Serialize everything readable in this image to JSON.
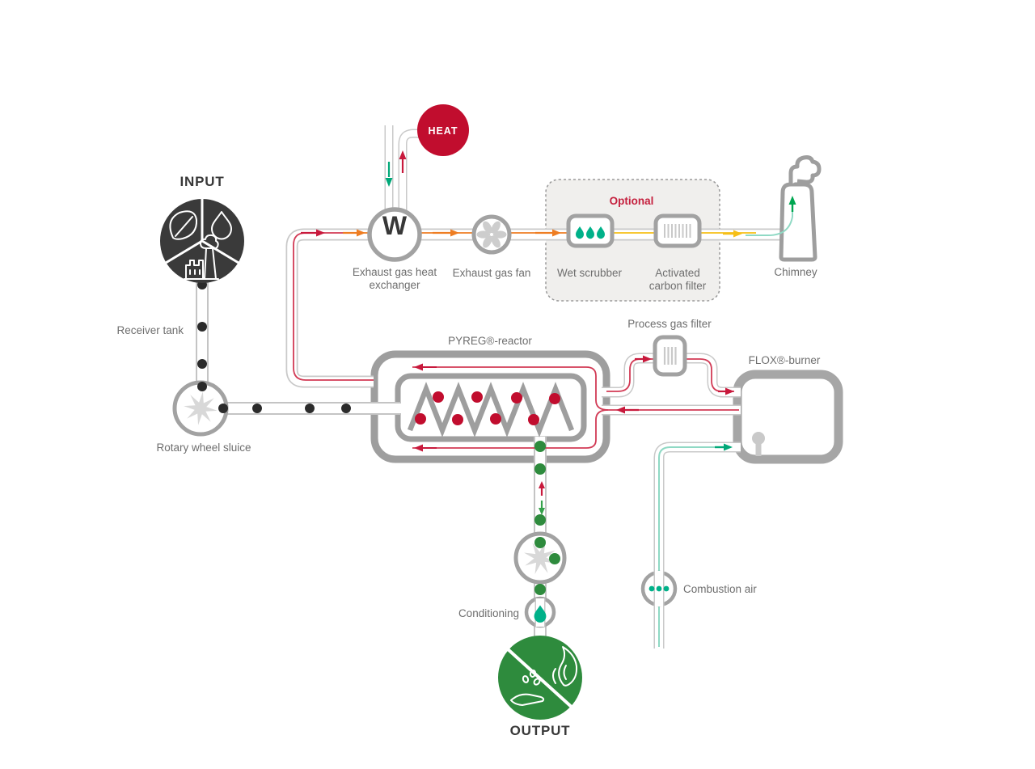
{
  "title": "PYREG process flow diagram",
  "colors": {
    "crimson": "#c10d2e",
    "red_line": "#d23b56",
    "orange": "#ee7d22",
    "yellow": "#f6bf17",
    "teal": "#00b189",
    "teal_line": "#8fd9c4",
    "green_arrow": "#00a651",
    "green": "#2e8b3d",
    "dark": "#383838",
    "pipe_gray": "#c9c9c9",
    "component_gray": "#a2a2a2",
    "text_gray": "#6e6e6e",
    "optional_bg": "#f0efed"
  },
  "nodes": {
    "input": {
      "label": "INPUT"
    },
    "receiver_tank": {
      "label": "Receiver tank"
    },
    "rotary_wheel_sluice": {
      "label": "Rotary wheel sluice"
    },
    "pyreg_reactor": {
      "label": "PYREG®-reactor"
    },
    "exhaust_gas_heat_exchanger": {
      "label": "Exhaust gas heat\nexchanger",
      "symbol": "W"
    },
    "heat": {
      "label": "HEAT"
    },
    "exhaust_gas_fan": {
      "label": "Exhaust gas fan"
    },
    "optional_group": {
      "label": "Optional"
    },
    "wet_scrubber": {
      "label": "Wet scrubber"
    },
    "activated_carbon_filter": {
      "label": "Activated\ncarbon filter"
    },
    "chimney": {
      "label": "Chimney"
    },
    "process_gas_filter": {
      "label": "Process gas filter"
    },
    "flox_burner": {
      "label": "FLOX®-burner"
    },
    "combustion_air": {
      "label": "Combustion air"
    },
    "conditioning": {
      "label": "Conditioning"
    },
    "output": {
      "label": "OUTPUT"
    }
  }
}
